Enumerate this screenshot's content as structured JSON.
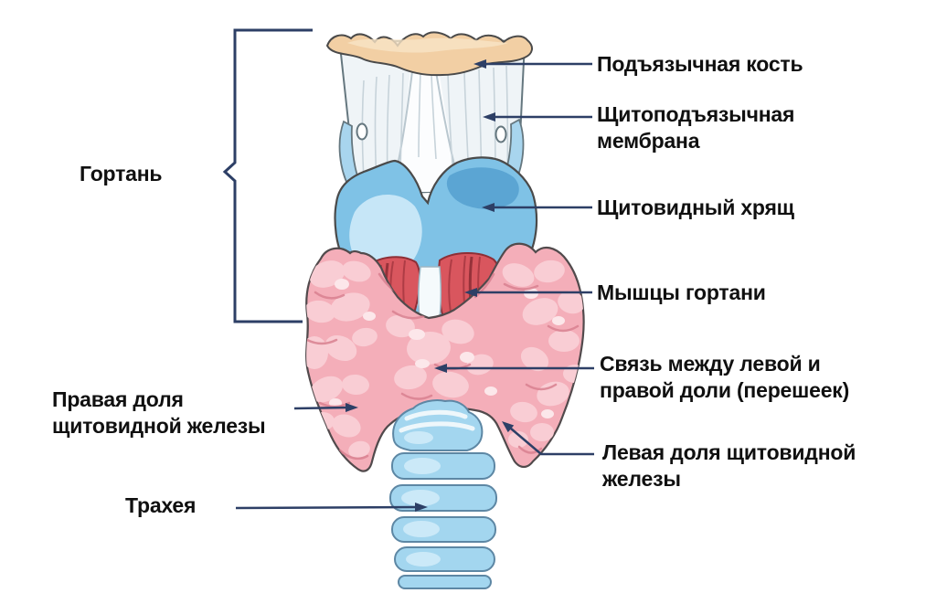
{
  "labels": {
    "hyoid": "Подъязычная кость",
    "membrane": "Щитоподъязычная\nмембрана",
    "cartilage": "Щитовидный хрящ",
    "muscles": "Мышцы гортани",
    "isthmus": "Связь между левой и\nправой доли (перешеек)",
    "left_lobe": "Левая доля щитовидной\nжелезы",
    "larynx": "Гортань",
    "right_lobe": "Правая доля\nщитовидной железы",
    "trachea": "Трахея"
  },
  "colors": {
    "text": "#101010",
    "line": "#2d3f66",
    "outline": "#4a4a4a",
    "bone": "#f2cfa4",
    "bone_light": "#f8e3c6",
    "membrane": "#eff4f7",
    "membrane_stria": "#c7d3da",
    "membrane_outline": "#65777f",
    "cartilage": "#7fc2e6",
    "cartilage_mid": "#a8d5ee",
    "cartilage_light": "#c6e6f7",
    "cartilage_dark": "#5ba5d3",
    "muscle": "#d9565e",
    "muscle_dark": "#a93a42",
    "muscle_edge": "#8e2f36",
    "gland": "#f4aeb9",
    "gland_light": "#f9cdd4",
    "gland_lighter": "#fce7ea",
    "gland_dark": "#d8808f",
    "gland_outline": "#514a4c",
    "trachea": "#a3d6ef",
    "trachea_light": "#cdeaf8",
    "trachea_outline": "#5d87a4"
  }
}
